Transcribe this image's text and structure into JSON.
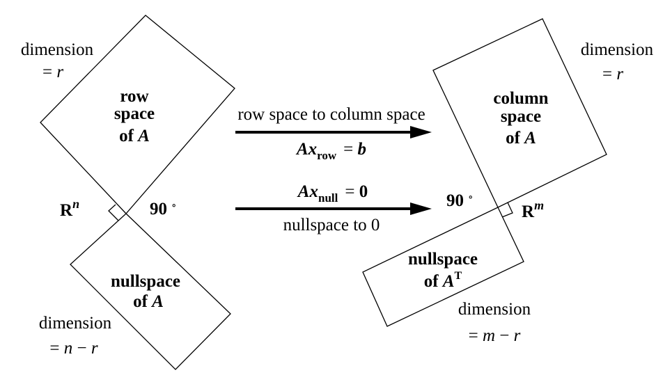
{
  "left": {
    "row_space": {
      "line1": "row",
      "line2": "space",
      "line3_prefix": "of",
      "line3_var": "A"
    },
    "nullspace": {
      "line1": "nullspace",
      "line2_prefix": "of",
      "line2_var": "A"
    },
    "space_label": {
      "base": "R",
      "exp": "n"
    },
    "angle": "90",
    "angle_unit": "∘",
    "dim_top": {
      "word": "dimension",
      "eq": "=",
      "var": "r"
    },
    "dim_bottom": {
      "word": "dimension",
      "eq": "=",
      "expr_a": "n",
      "minus": "−",
      "expr_b": "r"
    }
  },
  "right": {
    "column_space": {
      "line1": "column",
      "line2": "space",
      "line3_prefix": "of",
      "line3_var": "A"
    },
    "left_nullspace": {
      "line1": "nullspace",
      "line2_prefix": "of",
      "line2_var": "A",
      "line2_sup": "T"
    },
    "space_label": {
      "base": "R",
      "exp": "m"
    },
    "angle": "90",
    "angle_unit": "∘",
    "dim_top": {
      "word": "dimension",
      "eq": "=",
      "var": "r"
    },
    "dim_bottom": {
      "word": "dimension",
      "eq": "=",
      "expr_a": "m",
      "minus": "−",
      "expr_b": "r"
    }
  },
  "arrows": {
    "top": {
      "caption": "row space to column space",
      "eq_A": "A",
      "eq_x": "x",
      "eq_sub": "row",
      "eq_eq": "=",
      "eq_rhs": "b"
    },
    "bottom": {
      "eq_A": "A",
      "eq_x": "x",
      "eq_sub": "null",
      "eq_eq": "=",
      "eq_rhs": "0",
      "caption": "nullspace to 0"
    }
  }
}
